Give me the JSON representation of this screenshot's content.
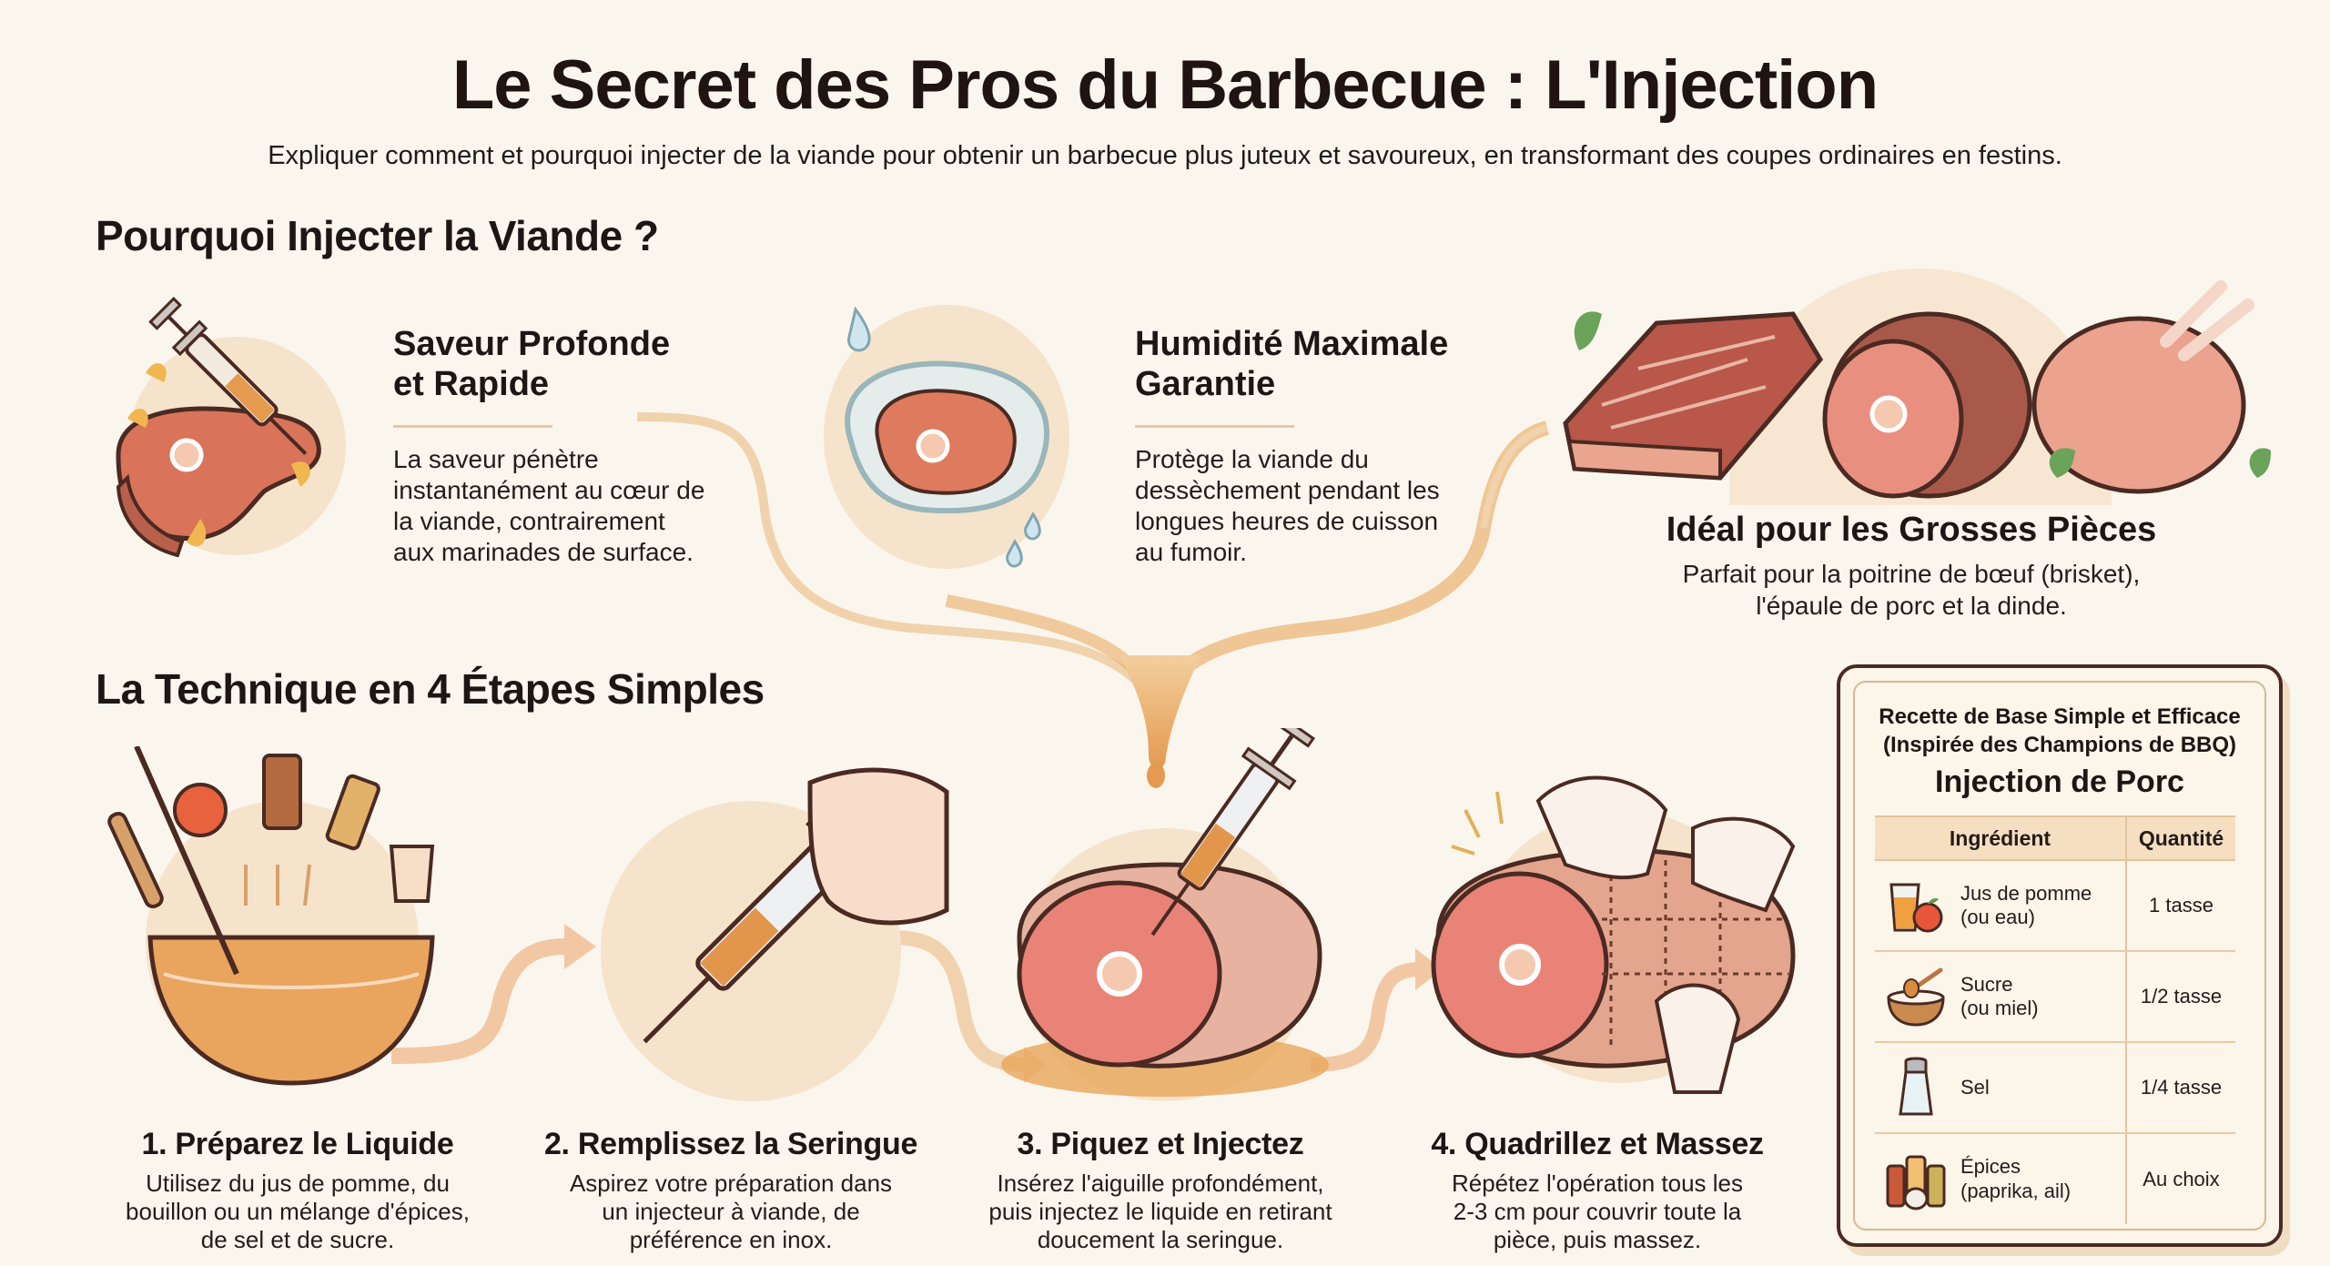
{
  "header": {
    "title": "Le Secret des Pros du Barbecue : L'Injection",
    "subtitle": "Expliquer comment et pourquoi injecter de la viande pour obtenir un barbecue plus juteux et savoureux, en transformant des coupes ordinaires en festins."
  },
  "why": {
    "heading": "Pourquoi Injecter la Viande ?",
    "benefits": [
      {
        "icon": "syringe-steak-icon",
        "title_line1": "Saveur Profonde",
        "title_line2": "et Rapide",
        "text_lines": [
          "La saveur pénètre",
          "instantanément au cœur de",
          "la viande, contrairement",
          "aux marinades de surface."
        ]
      },
      {
        "icon": "moist-steak-icon",
        "title_line1": "Humidité Maximale",
        "title_line2": "Garantie",
        "text_lines": [
          "Protège la viande du",
          "dessèchement pendant les",
          "longues heures de cuisson",
          "au fumoir."
        ]
      },
      {
        "icon": "large-cuts-icon",
        "title": "Idéal pour les Grosses Pièces",
        "text_lines": [
          "Parfait pour la poitrine de bœuf (brisket),",
          "l'épaule de porc et la dinde."
        ]
      }
    ]
  },
  "technique": {
    "heading": "La Technique en 4 Étapes Simples",
    "steps": [
      {
        "icon": "mixing-bowl-icon",
        "title": "1. Préparez le Liquide",
        "text_lines": [
          "Utilisez du jus de pomme, du",
          "bouillon ou un mélange d'épices,",
          "de sel et de sucre."
        ]
      },
      {
        "icon": "syringe-hand-icon",
        "title": "2. Remplissez la Seringue",
        "text_lines": [
          "Aspirez votre préparation dans",
          "un injecteur à viande, de",
          "préférence en inox."
        ]
      },
      {
        "icon": "inject-roast-icon",
        "title": "3. Piquez et Injectez",
        "text_lines": [
          "Insérez l'aiguille profondément,",
          "puis injectez le liquide en retirant",
          "doucement la seringue."
        ]
      },
      {
        "icon": "massage-roast-icon",
        "title": "4. Quadrillez et Massez",
        "text_lines": [
          "Répétez l'opération tous les",
          "2-3 cm pour couvrir toute la",
          "pièce, puis massez."
        ]
      }
    ]
  },
  "recipe": {
    "subtitle_line1": "Recette de Base Simple et Efficace",
    "subtitle_line2": "(Inspirée des Champions de BBQ)",
    "title": "Injection de Porc",
    "columns": [
      "Ingrédient",
      "Quantité"
    ],
    "rows": [
      {
        "icon": "apple-juice-icon",
        "line1": "Jus de pomme",
        "line2": "(ou eau)",
        "quantity": "1 tasse"
      },
      {
        "icon": "sugar-honey-icon",
        "line1": "Sucre",
        "line2": "(ou miel)",
        "quantity": "1/2 tasse"
      },
      {
        "icon": "salt-shaker-icon",
        "line1": "Sel",
        "line2": "",
        "quantity": "1/4 tasse"
      },
      {
        "icon": "spice-jars-icon",
        "line1": "Épices",
        "line2": "(paprika, ail)",
        "quantity": "Au choix"
      }
    ]
  },
  "colors": {
    "background": "#faf6ee",
    "text": "#1d1614",
    "accent_liquid": "#e8a65a",
    "meat": "#d9735a",
    "card_border": "#4a2a22",
    "table_header": "#f6dfc1"
  }
}
